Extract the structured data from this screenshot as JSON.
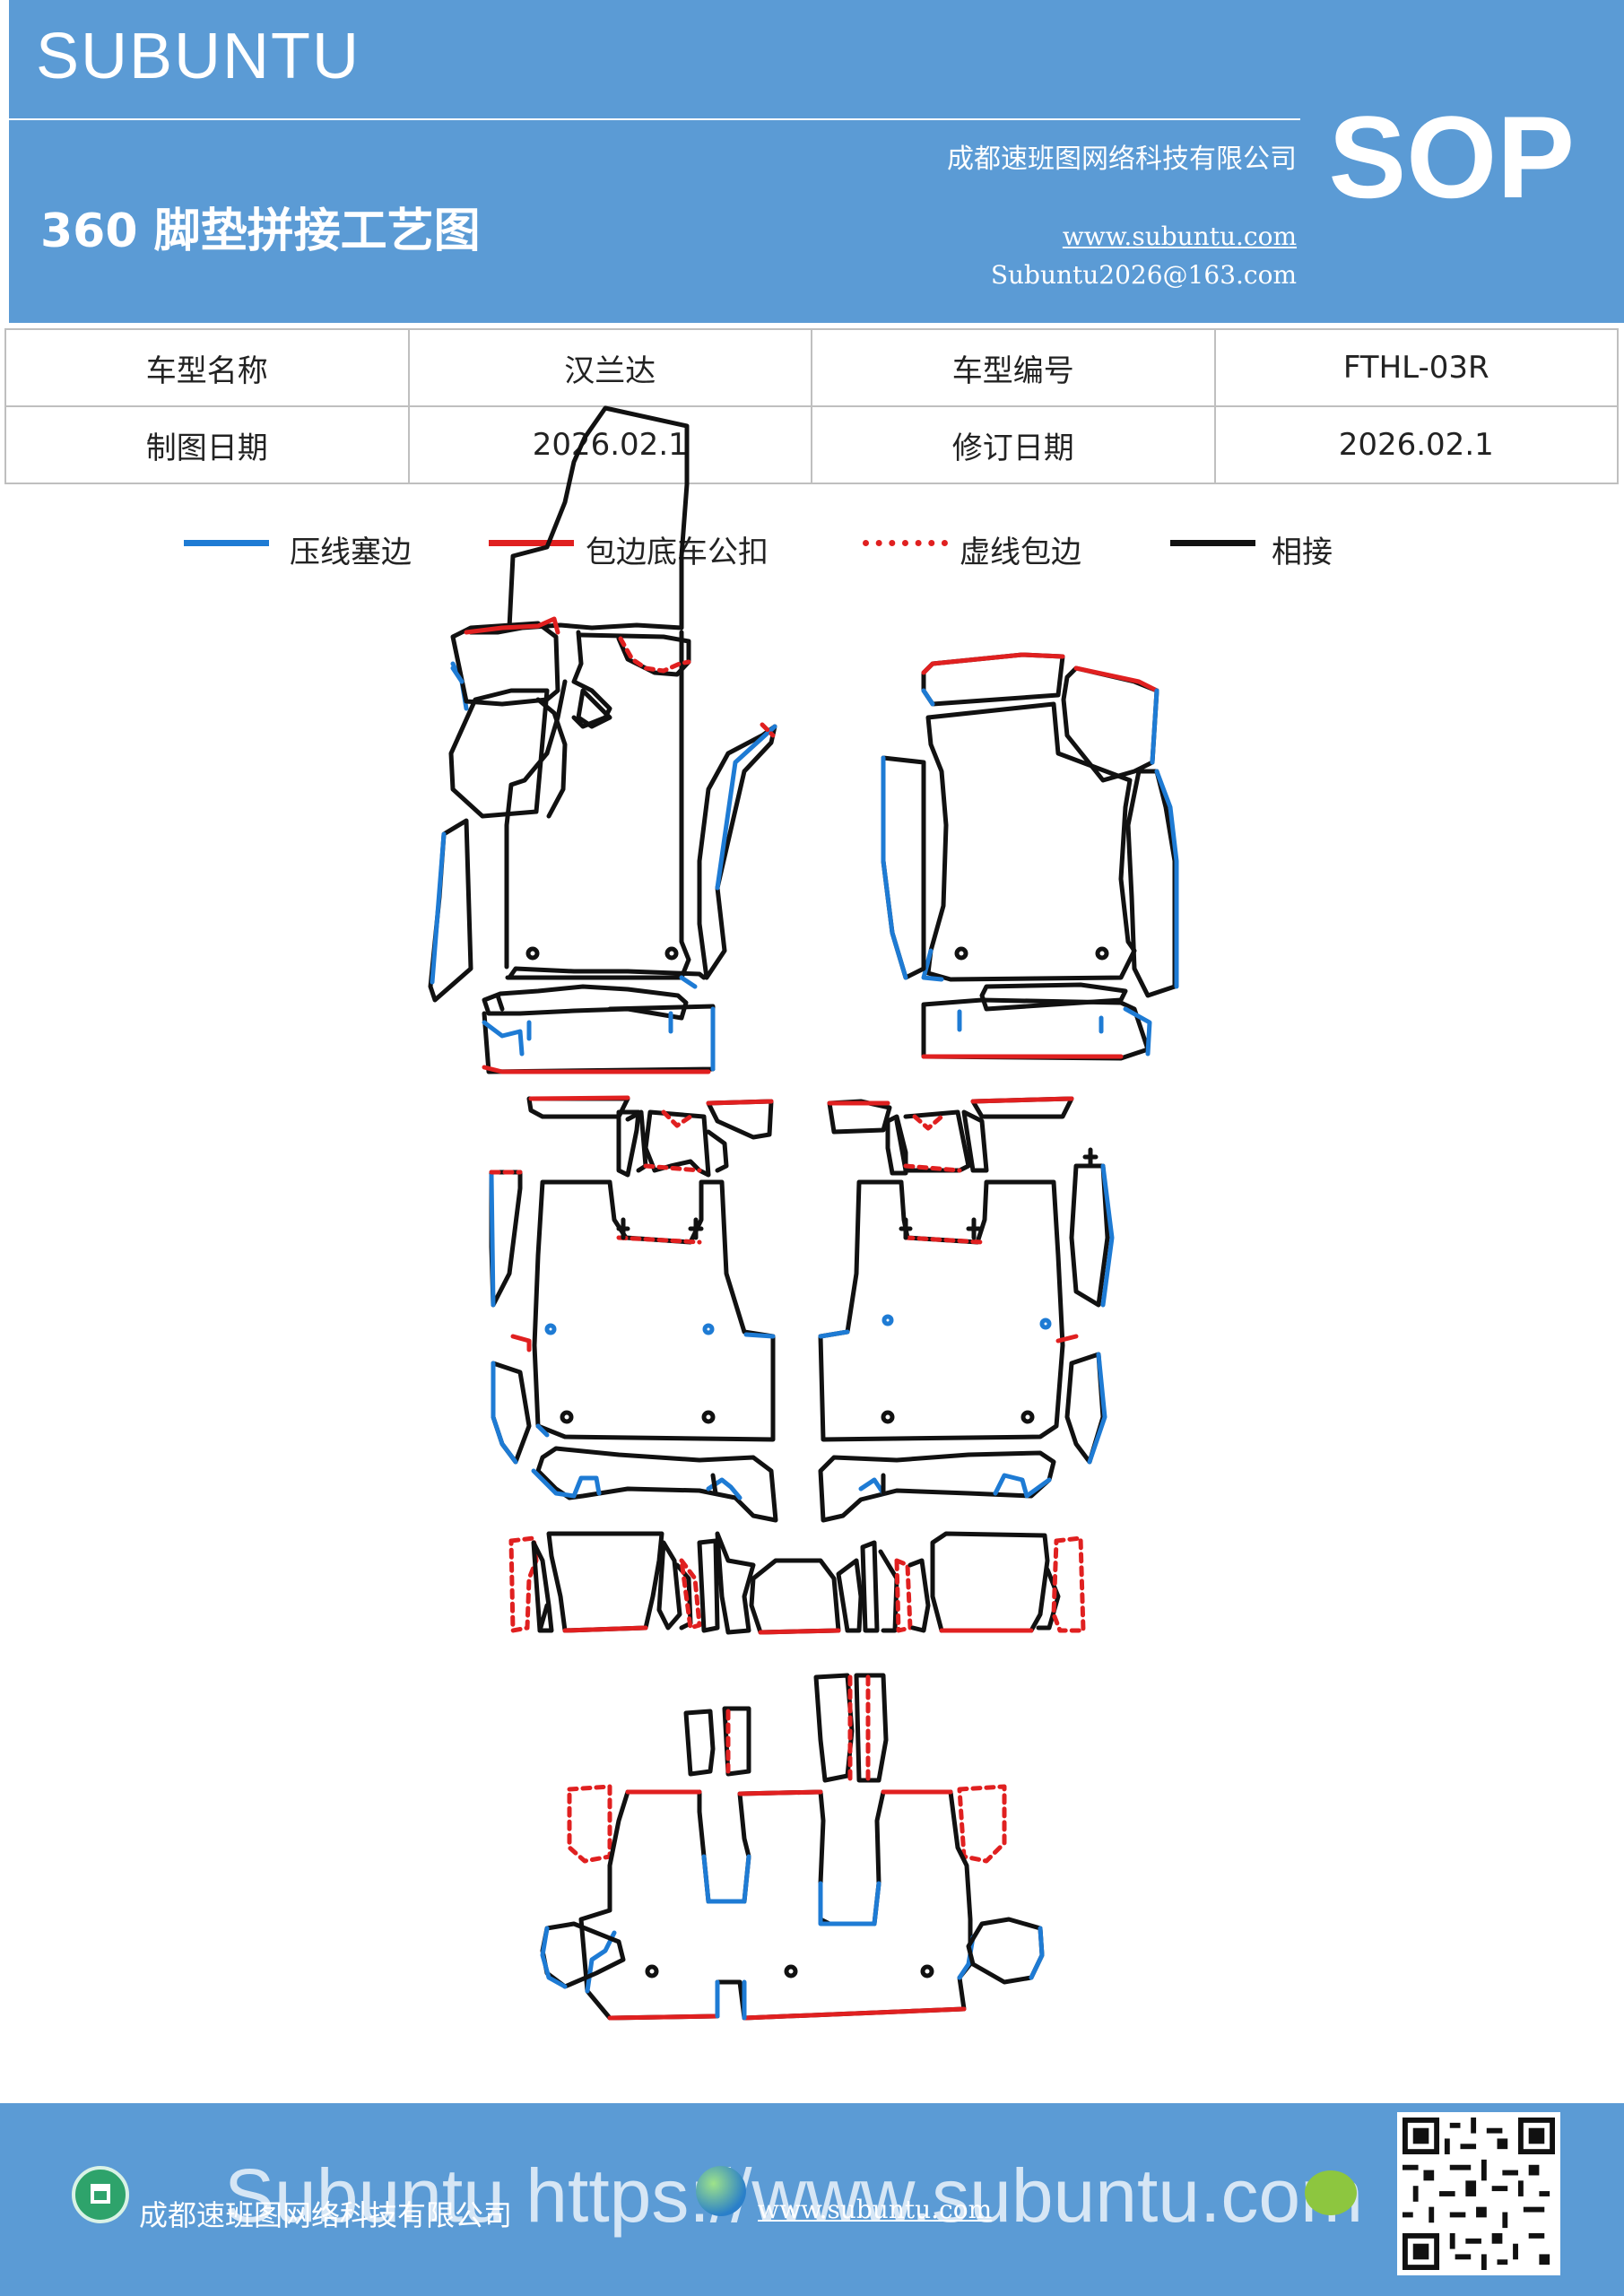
{
  "header": {
    "brand": "SUBUNTU",
    "doc_title": "360 脚垫拼接工艺图",
    "company": "成都速班图网络科技有限公司",
    "website": "www.subuntu.com",
    "email": "Subuntu2026@163.com",
    "badge": "SOP",
    "background_color": "#5b9bd5"
  },
  "info_table": {
    "rows": [
      [
        "车型名称",
        "汉兰达",
        "车型编号",
        "FTHL-03R"
      ],
      [
        "制图日期",
        "2026.02.1",
        "修订日期",
        "2026.02.1"
      ]
    ]
  },
  "legend": [
    {
      "label": "压线塞边",
      "style": "solid",
      "color": "#1e7bd4"
    },
    {
      "label": "包边底车公扣",
      "style": "solid",
      "color": "#e02020"
    },
    {
      "label": "虚线包边",
      "style": "dotted",
      "color": "#e02020"
    },
    {
      "label": "相接",
      "style": "solid",
      "color": "#111111"
    }
  ],
  "footer": {
    "company": "成都速班图网络科技有限公司",
    "website": "www.subuntu.com",
    "watermark": "Subuntu https://www.subuntu.com",
    "background_color": "#5b9bd5"
  }
}
